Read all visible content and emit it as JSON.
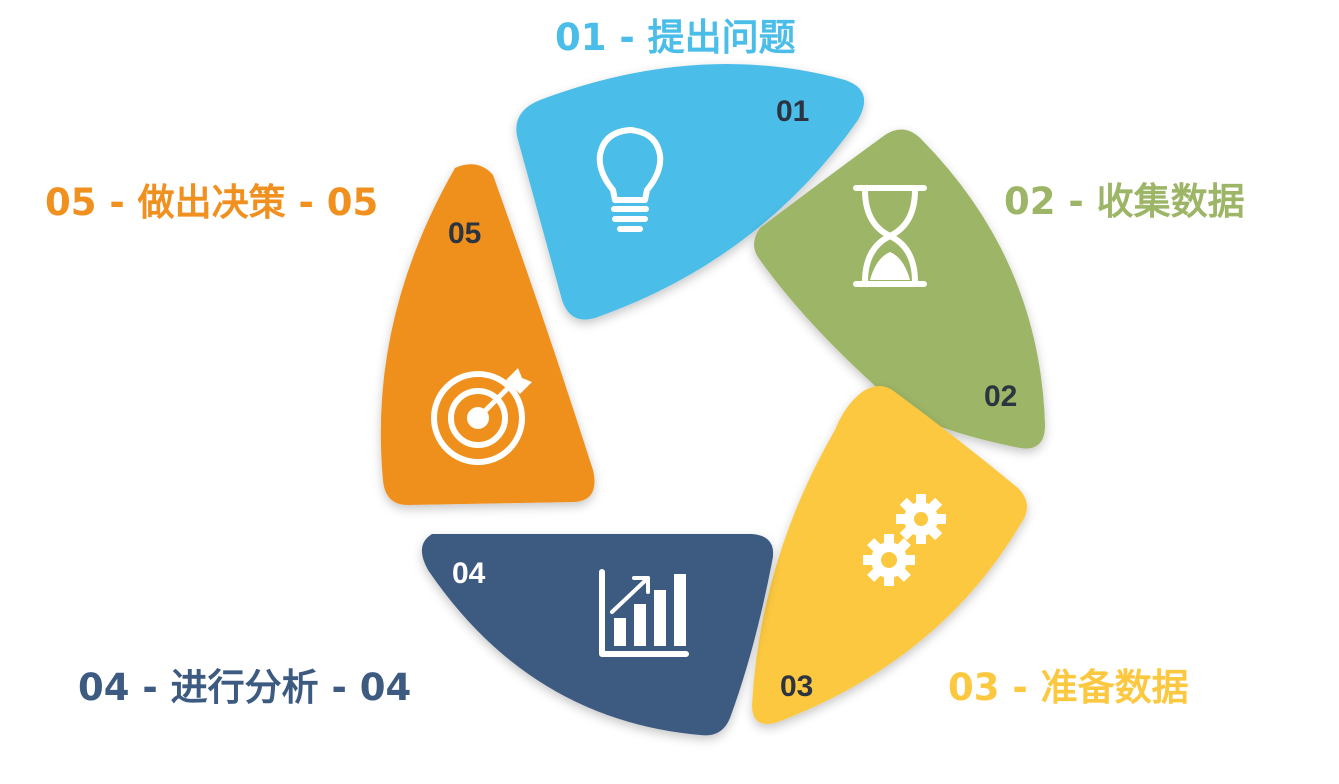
{
  "colors": {
    "step1": "#4bbde9",
    "step2": "#9db566",
    "step3": "#fcc840",
    "step4": "#3d5a80",
    "step5": "#f0901f"
  },
  "steps": [
    {
      "number": "01",
      "label": "01 - 提出问题",
      "icon": "lightbulb-icon"
    },
    {
      "number": "02",
      "label": "02 - 收集数据",
      "icon": "hourglass-icon"
    },
    {
      "number": "03",
      "label": "03 - 准备数据",
      "icon": "gears-icon"
    },
    {
      "number": "04",
      "label": "04 - 进行分析 - 04",
      "icon": "bar-chart-icon"
    },
    {
      "number": "05",
      "label": "05 - 做出决策 - 05",
      "icon": "target-icon"
    }
  ]
}
